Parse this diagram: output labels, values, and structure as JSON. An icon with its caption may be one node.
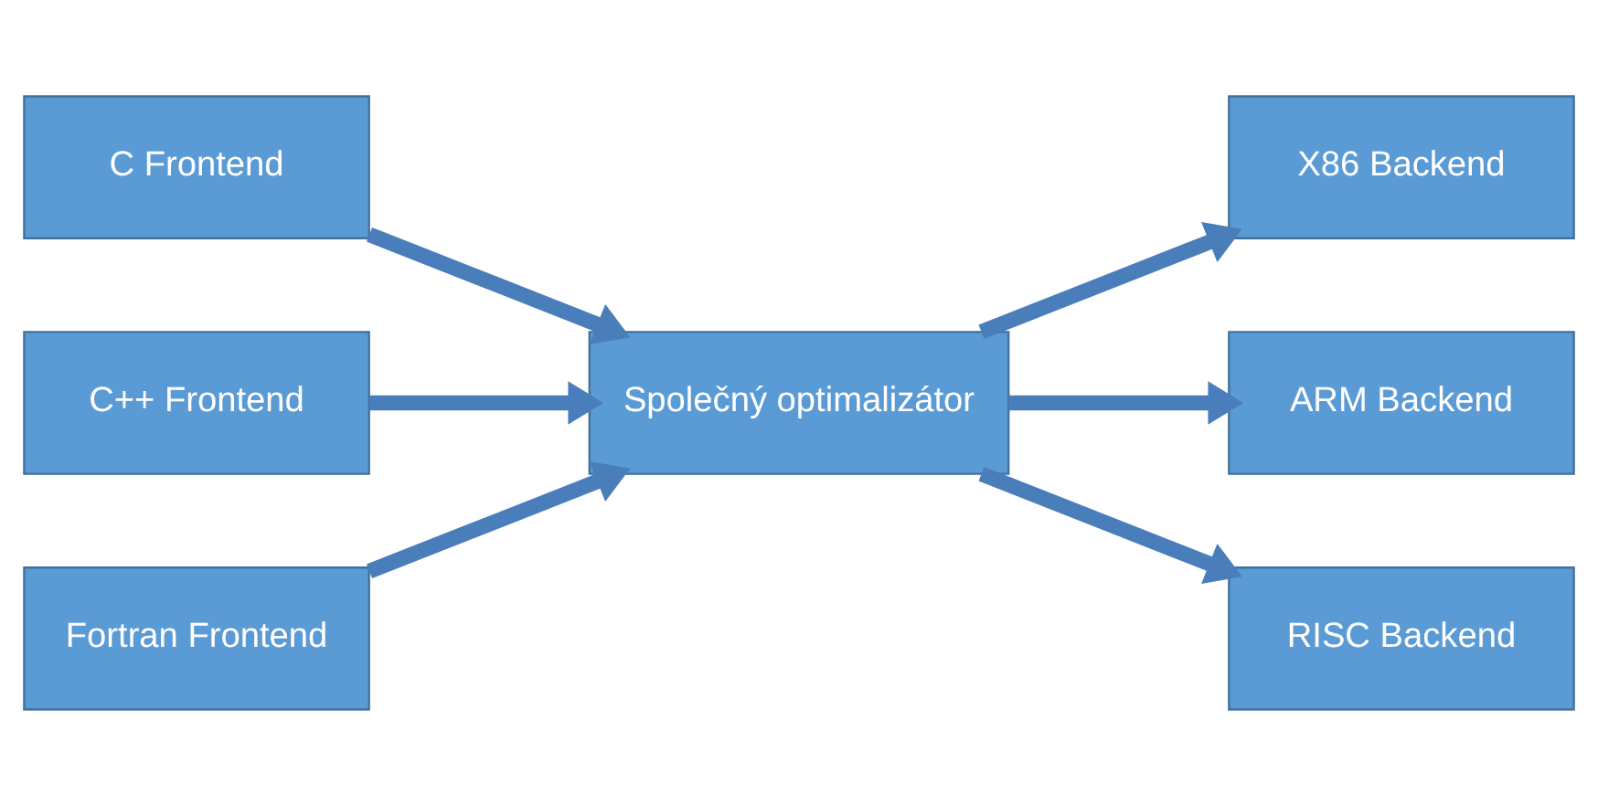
{
  "diagram": {
    "nodes": [
      {
        "text": [
          "C Frontend"
        ]
      },
      {
        "text": [
          "C++ Frontend"
        ]
      },
      {
        "text": [
          "Fortran Frontend"
        ]
      },
      {
        "text": [
          "Společný optimalizátor"
        ]
      },
      {
        "text": [
          "X86 Backend"
        ]
      },
      {
        "text": [
          "ARM Backend"
        ]
      },
      {
        "text": [
          "RISC Backend"
        ]
      }
    ],
    "edges": [
      {
        "from": 0,
        "to": 3,
        "arrow": "to"
      },
      {
        "from": 1,
        "to": 3,
        "arrow": "to"
      },
      {
        "from": 2,
        "to": 3,
        "arrow": "to"
      },
      {
        "from": 3,
        "to": 4,
        "arrow": "to"
      },
      {
        "from": 3,
        "to": 5,
        "arrow": "to"
      },
      {
        "from": 3,
        "to": 6,
        "arrow": "to"
      }
    ]
  }
}
